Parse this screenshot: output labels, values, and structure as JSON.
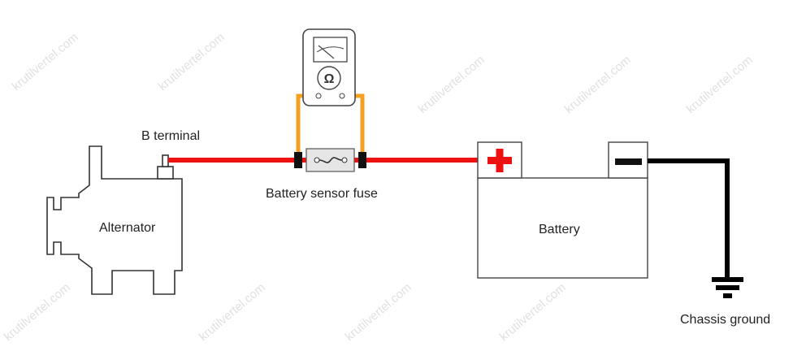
{
  "labels": {
    "b_terminal": "B terminal",
    "alternator": "Alternator",
    "fuse": "Battery sensor fuse",
    "battery": "Battery",
    "ground": "Chassis ground",
    "ohm_symbol": "Ω"
  },
  "watermark": "krutilvertel.com",
  "colors": {
    "positive_wire": "#ee1111",
    "probe_wire": "#f5a020",
    "ground_wire": "#000000"
  }
}
